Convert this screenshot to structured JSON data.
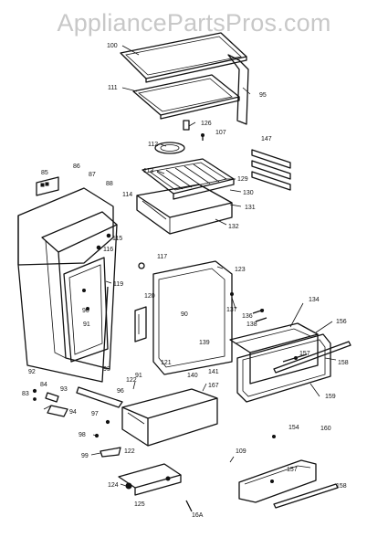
{
  "watermark": "AppliancePartsPros.com",
  "callouts": [
    {
      "id": "100",
      "text": "100"
    },
    {
      "id": "111",
      "text": "111"
    },
    {
      "id": "95",
      "text": "95"
    },
    {
      "id": "126",
      "text": "126"
    },
    {
      "id": "107",
      "text": "107"
    },
    {
      "id": "112",
      "text": "112"
    },
    {
      "id": "147",
      "text": "147"
    },
    {
      "id": "85",
      "text": "85"
    },
    {
      "id": "86",
      "text": "86"
    },
    {
      "id": "87",
      "text": "87"
    },
    {
      "id": "88",
      "text": "88"
    },
    {
      "id": "113",
      "text": "113"
    },
    {
      "id": "114",
      "text": "114"
    },
    {
      "id": "129",
      "text": "129"
    },
    {
      "id": "130",
      "text": "130"
    },
    {
      "id": "131",
      "text": "131"
    },
    {
      "id": "132",
      "text": "132"
    },
    {
      "id": "115",
      "text": "115"
    },
    {
      "id": "116",
      "text": "116"
    },
    {
      "id": "117",
      "text": "117"
    },
    {
      "id": "123",
      "text": "123"
    },
    {
      "id": "119",
      "text": "119"
    },
    {
      "id": "120",
      "text": "120"
    },
    {
      "id": "137",
      "text": "137"
    },
    {
      "id": "136",
      "text": "136"
    },
    {
      "id": "138",
      "text": "138"
    },
    {
      "id": "134",
      "text": "134"
    },
    {
      "id": "90a",
      "text": "90"
    },
    {
      "id": "90b",
      "text": "90"
    },
    {
      "id": "91a",
      "text": "91"
    },
    {
      "id": "156",
      "text": "156"
    },
    {
      "id": "139",
      "text": "139"
    },
    {
      "id": "157a",
      "text": "157"
    },
    {
      "id": "158a",
      "text": "158"
    },
    {
      "id": "121",
      "text": "121"
    },
    {
      "id": "140",
      "text": "140"
    },
    {
      "id": "141",
      "text": "141"
    },
    {
      "id": "91b",
      "text": "91"
    },
    {
      "id": "92",
      "text": "92"
    },
    {
      "id": "93a",
      "text": "93"
    },
    {
      "id": "122a",
      "text": "122"
    },
    {
      "id": "167",
      "text": "167"
    },
    {
      "id": "159",
      "text": "159"
    },
    {
      "id": "84",
      "text": "84"
    },
    {
      "id": "93b",
      "text": "93"
    },
    {
      "id": "96",
      "text": "96"
    },
    {
      "id": "83",
      "text": "83"
    },
    {
      "id": "94",
      "text": "94"
    },
    {
      "id": "97",
      "text": "97"
    },
    {
      "id": "154",
      "text": "154"
    },
    {
      "id": "160",
      "text": "160"
    },
    {
      "id": "98",
      "text": "98"
    },
    {
      "id": "109",
      "text": "109"
    },
    {
      "id": "99",
      "text": "99"
    },
    {
      "id": "122b",
      "text": "122"
    },
    {
      "id": "157b",
      "text": "157"
    },
    {
      "id": "124",
      "text": "124"
    },
    {
      "id": "125",
      "text": "125"
    },
    {
      "id": "158b",
      "text": "158"
    },
    {
      "id": "16A",
      "text": "16A"
    }
  ]
}
